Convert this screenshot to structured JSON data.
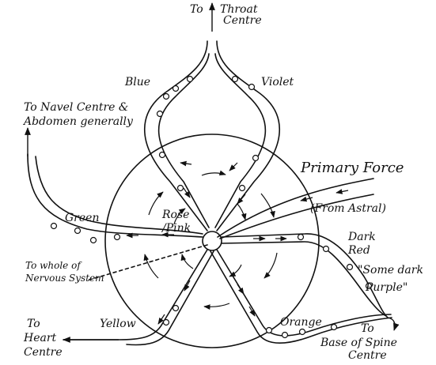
{
  "labels": {
    "throat_line1": "To",
    "throat_line2": "Throat",
    "throat_line3": "Centre",
    "navel_line1": "To Navel Centre &",
    "navel_line2": "Abdomen generally",
    "blue": "Blue",
    "violet": "Violet",
    "primary_force": "Primary Force",
    "from_astral": "(From Astral)",
    "green": "Green",
    "rose_line1": "Rose",
    "rose_line2": "/Pink",
    "dark_red_line1": "Dark",
    "dark_red_line2": "Red",
    "some_dark_line1": "\"Some dark",
    "some_dark_line2": "Purple\"",
    "nervous_line1": "To whole of",
    "nervous_line2": "Nervous System",
    "yellow": "Yellow",
    "orange": "Orange",
    "heart_line1": "To",
    "heart_line2": "Heart",
    "heart_line3": "Centre",
    "spine_line1": "To",
    "spine_line2": "Base of Spine",
    "spine_line3": "Centre"
  }
}
